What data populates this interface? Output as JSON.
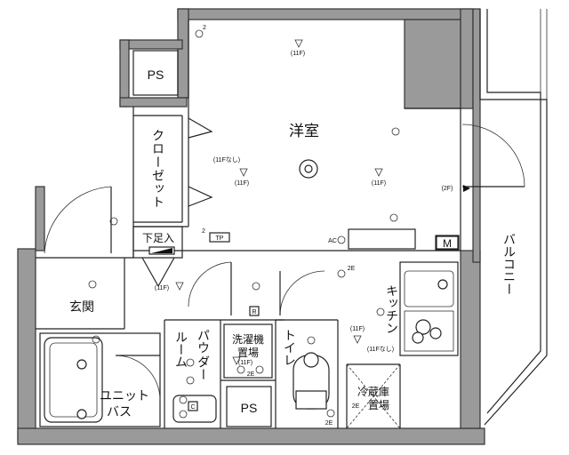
{
  "rooms": {
    "western_room": "洋室",
    "closet": "クローゼット",
    "shoe_box": "下足入",
    "entrance": "玄関",
    "unit_bath": [
      "ユニット",
      "バス"
    ],
    "powder_room": [
      "パウ",
      "ダー",
      "ルーム"
    ],
    "laundry": [
      "洗濯機",
      "置場"
    ],
    "toilet": "トイレ",
    "kitchen": "キッチン",
    "fridge": [
      "冷蔵庫",
      "置場"
    ],
    "balcony": "バルコニー",
    "ps_top": "PS",
    "ps_bottom": "PS"
  },
  "marks": {
    "f11": "(11F)",
    "f11_none": "(11Fなし)",
    "f2": "(2F)",
    "tp": "TP",
    "m": "M",
    "r": "R",
    "c": "C",
    "ac": "AC",
    "e2": "2E",
    "two": "2"
  }
}
